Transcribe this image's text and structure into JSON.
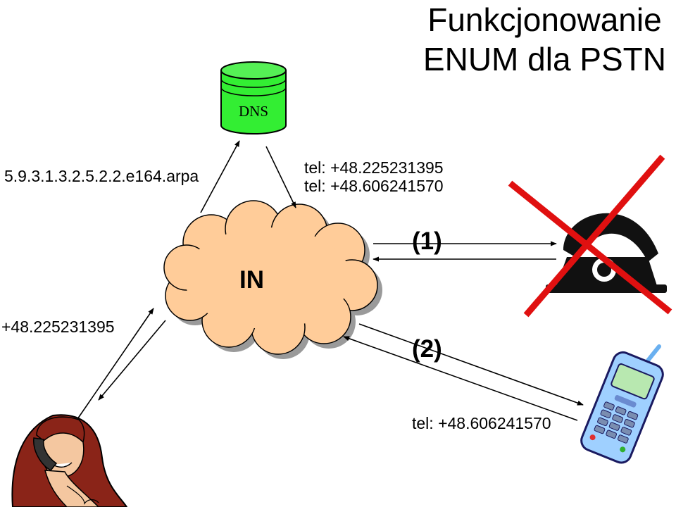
{
  "title": {
    "line1": "Funkcjonowanie",
    "line2": "ENUM dla PSTN"
  },
  "dns": {
    "label": "DNS",
    "color": "#33ee33"
  },
  "query": {
    "domain": "5.9.3.1.3.2.5.2.2.e164.arpa"
  },
  "response": {
    "uri1": "tel: +48.225231395",
    "uri2": "tel: +48.606241570"
  },
  "network": {
    "label": "IN",
    "color": "#ffcc99"
  },
  "caller": {
    "number": "+48.225231395"
  },
  "paths": {
    "path1": "(1)",
    "path2": "(2)"
  },
  "mobile": {
    "uri": "tel: +48.606241570"
  },
  "icons": [
    "database-icon",
    "cloud-icon",
    "woman-with-phone-icon",
    "desk-phone-icon",
    "cross-icon",
    "mobile-phone-icon"
  ],
  "colors": {
    "cross": "#e01010",
    "arrow": "#000000"
  }
}
